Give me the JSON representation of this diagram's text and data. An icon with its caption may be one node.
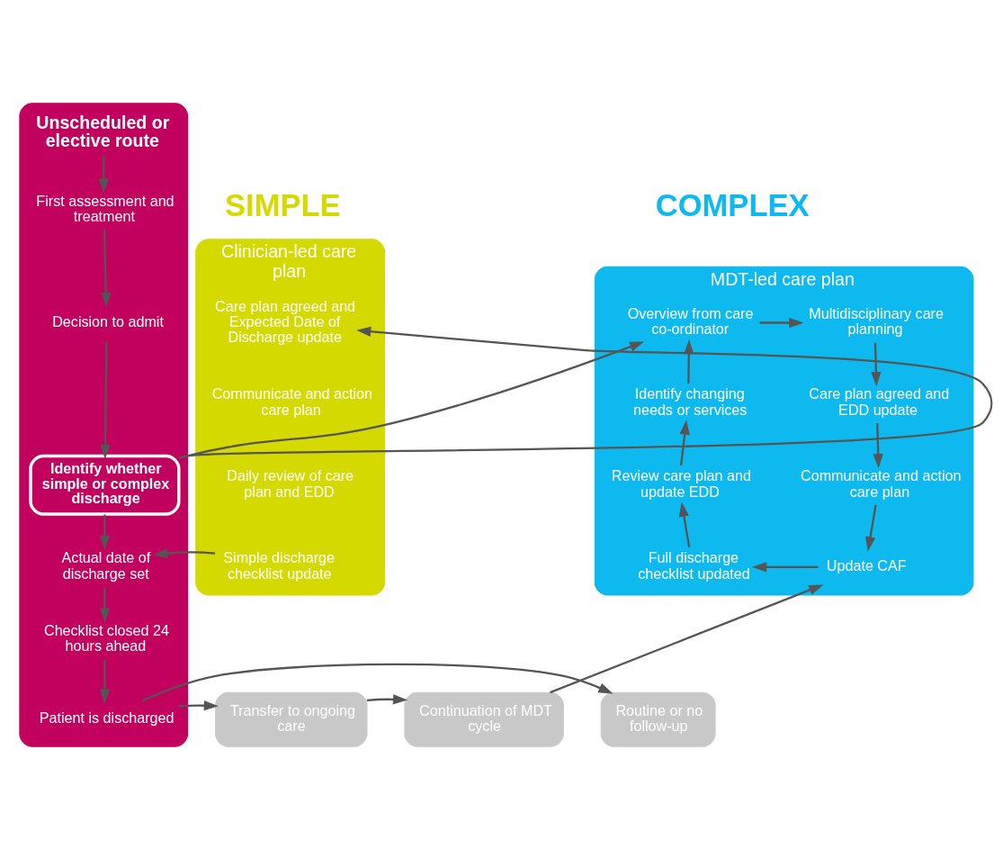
{
  "diagram": {
    "nodes": [
      {
        "text": [
          "Clinician-led care plan"
        ]
      },
      {
        "text": [
          "Care plan agreed and Expected Date of Discharge update"
        ],
        "in": 0
      },
      {
        "text": [
          "Communicate and action care plan"
        ],
        "in": 0
      },
      {
        "text": [
          "Daily review of care plan and EDD"
        ],
        "in": 0
      },
      {
        "text": [
          "Simple discharge checklist update"
        ],
        "in": 0
      },
      {
        "text": [],
        "shape": "box"
      },
      {
        "text": [
          "Unscheduled or elective route"
        ],
        "in": 5
      },
      {
        "text": [
          "First assessment and treatment"
        ],
        "in": 5
      },
      {
        "text": [
          "Decision to admit"
        ],
        "in": 5
      },
      {
        "text": [
          "Identify whether simple or complex discharge"
        ],
        "in": 5
      },
      {
        "text": [
          "Actual date of discharge set"
        ],
        "in": 5
      },
      {
        "text": [
          "Checklist closed 24 hours ahead"
        ],
        "in": 5
      },
      {
        "text": [
          "Patient is discharged"
        ],
        "in": 5
      },
      {
        "text": [
          "MDT-led care plan"
        ]
      },
      {
        "text": [
          "Overview from care co-ordinator"
        ],
        "in": 13
      },
      {
        "text": [
          "Multidisciplinary care planning"
        ],
        "in": 13
      },
      {
        "text": [
          "Identify changing needs or services"
        ],
        "in": 13
      },
      {
        "text": [
          "Care plan agreed and EDD update"
        ],
        "in": 13
      },
      {
        "text": [
          "Review care plan and update EDD"
        ],
        "in": 13
      },
      {
        "text": [
          "Communicate and action care plan"
        ],
        "in": 13
      },
      {
        "text": [
          "Full discharge checklist updated"
        ],
        "in": 13
      },
      {
        "text": [
          "Update CAF"
        ],
        "in": 13
      },
      {
        "text": [
          "Routine or no follow-up"
        ]
      },
      {
        "text": [
          "Transfer to ongoing care"
        ]
      },
      {
        "text": [
          "Continuation of MDT cycle"
        ]
      }
    ],
    "edges": [
      {
        "from": 6,
        "to": 7,
        "arrow": "to"
      },
      {
        "from": 7,
        "to": 8,
        "arrow": "to"
      },
      {
        "from": 8,
        "to": 9,
        "arrow": "to"
      },
      {
        "from": 9,
        "to": 1,
        "arrow": "to"
      },
      {
        "from": 9,
        "to": 14,
        "arrow": "to"
      },
      {
        "from": 9,
        "to": 10,
        "arrow": "to"
      },
      {
        "from": 4,
        "to": 10,
        "arrow": "to"
      },
      {
        "from": 10,
        "to": 11,
        "arrow": "to"
      },
      {
        "from": 11,
        "to": 12,
        "arrow": "to"
      },
      {
        "from": 12,
        "to": 22,
        "arrow": "to"
      },
      {
        "from": 12,
        "to": 23,
        "arrow": "to"
      },
      {
        "from": 23,
        "to": 24,
        "arrow": "to"
      },
      {
        "from": 24,
        "to": 21,
        "arrow": "to"
      },
      {
        "from": 14,
        "to": 15,
        "arrow": "to"
      },
      {
        "from": 15,
        "to": 17,
        "arrow": "to"
      },
      {
        "from": 17,
        "to": 19,
        "arrow": "to"
      },
      {
        "from": 19,
        "to": 21,
        "arrow": "to"
      },
      {
        "from": 21,
        "to": 20,
        "arrow": "to"
      },
      {
        "from": 20,
        "to": 18,
        "arrow": "to"
      },
      {
        "from": 18,
        "to": 16,
        "arrow": "to"
      },
      {
        "from": 16,
        "to": 14,
        "arrow": "to"
      }
    ],
    "labels": [
      "SIMPLE",
      "COMPLEX"
    ]
  }
}
